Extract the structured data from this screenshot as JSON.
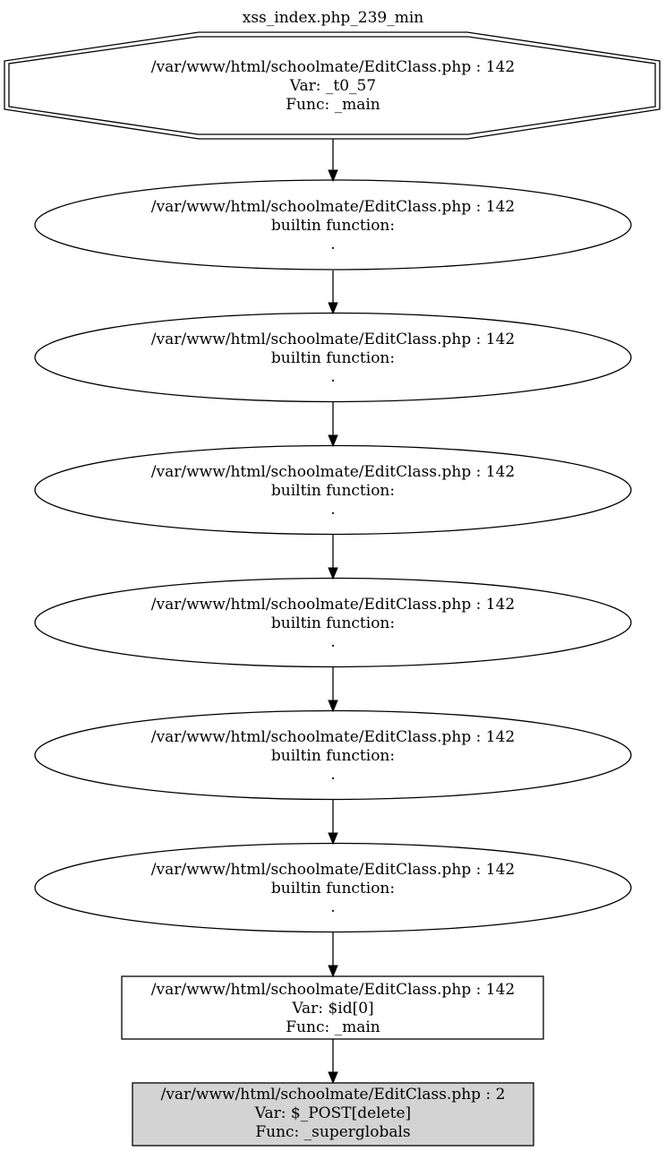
{
  "graph": {
    "title": "xss_index.php_239_min",
    "colors": {
      "stroke": "#000000",
      "background": "#ffffff",
      "source_fill": "#d3d3d3"
    },
    "nodes": [
      {
        "id": "n0",
        "shape": "doubleoctagon",
        "lines": [
          "/var/www/html/schoolmate/EditClass.php : 142",
          "Var: _t0_57",
          "Func: _main"
        ]
      },
      {
        "id": "n1",
        "shape": "ellipse",
        "lines": [
          "/var/www/html/schoolmate/EditClass.php : 142",
          "builtin function:",
          "."
        ]
      },
      {
        "id": "n2",
        "shape": "ellipse",
        "lines": [
          "/var/www/html/schoolmate/EditClass.php : 142",
          "builtin function:",
          "."
        ]
      },
      {
        "id": "n3",
        "shape": "ellipse",
        "lines": [
          "/var/www/html/schoolmate/EditClass.php : 142",
          "builtin function:",
          "."
        ]
      },
      {
        "id": "n4",
        "shape": "ellipse",
        "lines": [
          "/var/www/html/schoolmate/EditClass.php : 142",
          "builtin function:",
          "."
        ]
      },
      {
        "id": "n5",
        "shape": "ellipse",
        "lines": [
          "/var/www/html/schoolmate/EditClass.php : 142",
          "builtin function:",
          "."
        ]
      },
      {
        "id": "n6",
        "shape": "ellipse",
        "lines": [
          "/var/www/html/schoolmate/EditClass.php : 142",
          "builtin function:",
          "."
        ]
      },
      {
        "id": "n7",
        "shape": "box",
        "lines": [
          "/var/www/html/schoolmate/EditClass.php : 142",
          "Var: $id[0]",
          "Func: _main"
        ]
      },
      {
        "id": "n8",
        "shape": "box",
        "filled": true,
        "lines": [
          "/var/www/html/schoolmate/EditClass.php : 2",
          "Var: $_POST[delete]",
          "Func: _superglobals"
        ]
      }
    ],
    "edges": [
      {
        "from": "n0",
        "to": "n1"
      },
      {
        "from": "n1",
        "to": "n2"
      },
      {
        "from": "n2",
        "to": "n3"
      },
      {
        "from": "n3",
        "to": "n4"
      },
      {
        "from": "n4",
        "to": "n5"
      },
      {
        "from": "n5",
        "to": "n6"
      },
      {
        "from": "n6",
        "to": "n7"
      },
      {
        "from": "n7",
        "to": "n8"
      }
    ]
  }
}
